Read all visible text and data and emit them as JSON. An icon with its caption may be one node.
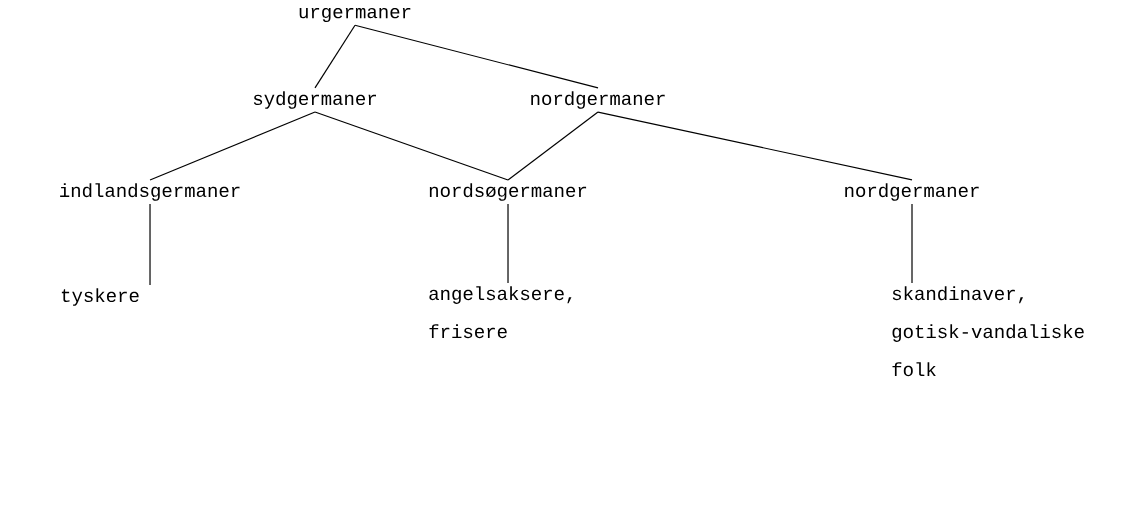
{
  "diagram": {
    "nodes": [
      {
        "text": [
          "urgermaner"
        ]
      },
      {
        "text": [
          "sydgermaner"
        ]
      },
      {
        "text": [
          "nordgermaner"
        ]
      },
      {
        "text": [
          "indlandsgermaner"
        ]
      },
      {
        "text": [
          "nordsøgermaner"
        ]
      },
      {
        "text": [
          "nordgermaner"
        ]
      },
      {
        "text": [
          "tyskere"
        ]
      },
      {
        "text": [
          "angelsaksere, frisere"
        ]
      },
      {
        "text": [
          "skandinaver, gotisk-vandaliske folk"
        ]
      }
    ],
    "edges": [
      {
        "from": 0,
        "to": 1,
        "arrow": "none"
      },
      {
        "from": 0,
        "to": 2,
        "arrow": "none"
      },
      {
        "from": 1,
        "to": 3,
        "arrow": "none"
      },
      {
        "from": 1,
        "to": 4,
        "arrow": "none"
      },
      {
        "from": 2,
        "to": 4,
        "arrow": "none"
      },
      {
        "from": 2,
        "to": 5,
        "arrow": "none"
      },
      {
        "from": 3,
        "to": 6,
        "arrow": "none"
      },
      {
        "from": 4,
        "to": 7,
        "arrow": "none"
      },
      {
        "from": 5,
        "to": 8,
        "arrow": "none"
      }
    ]
  }
}
